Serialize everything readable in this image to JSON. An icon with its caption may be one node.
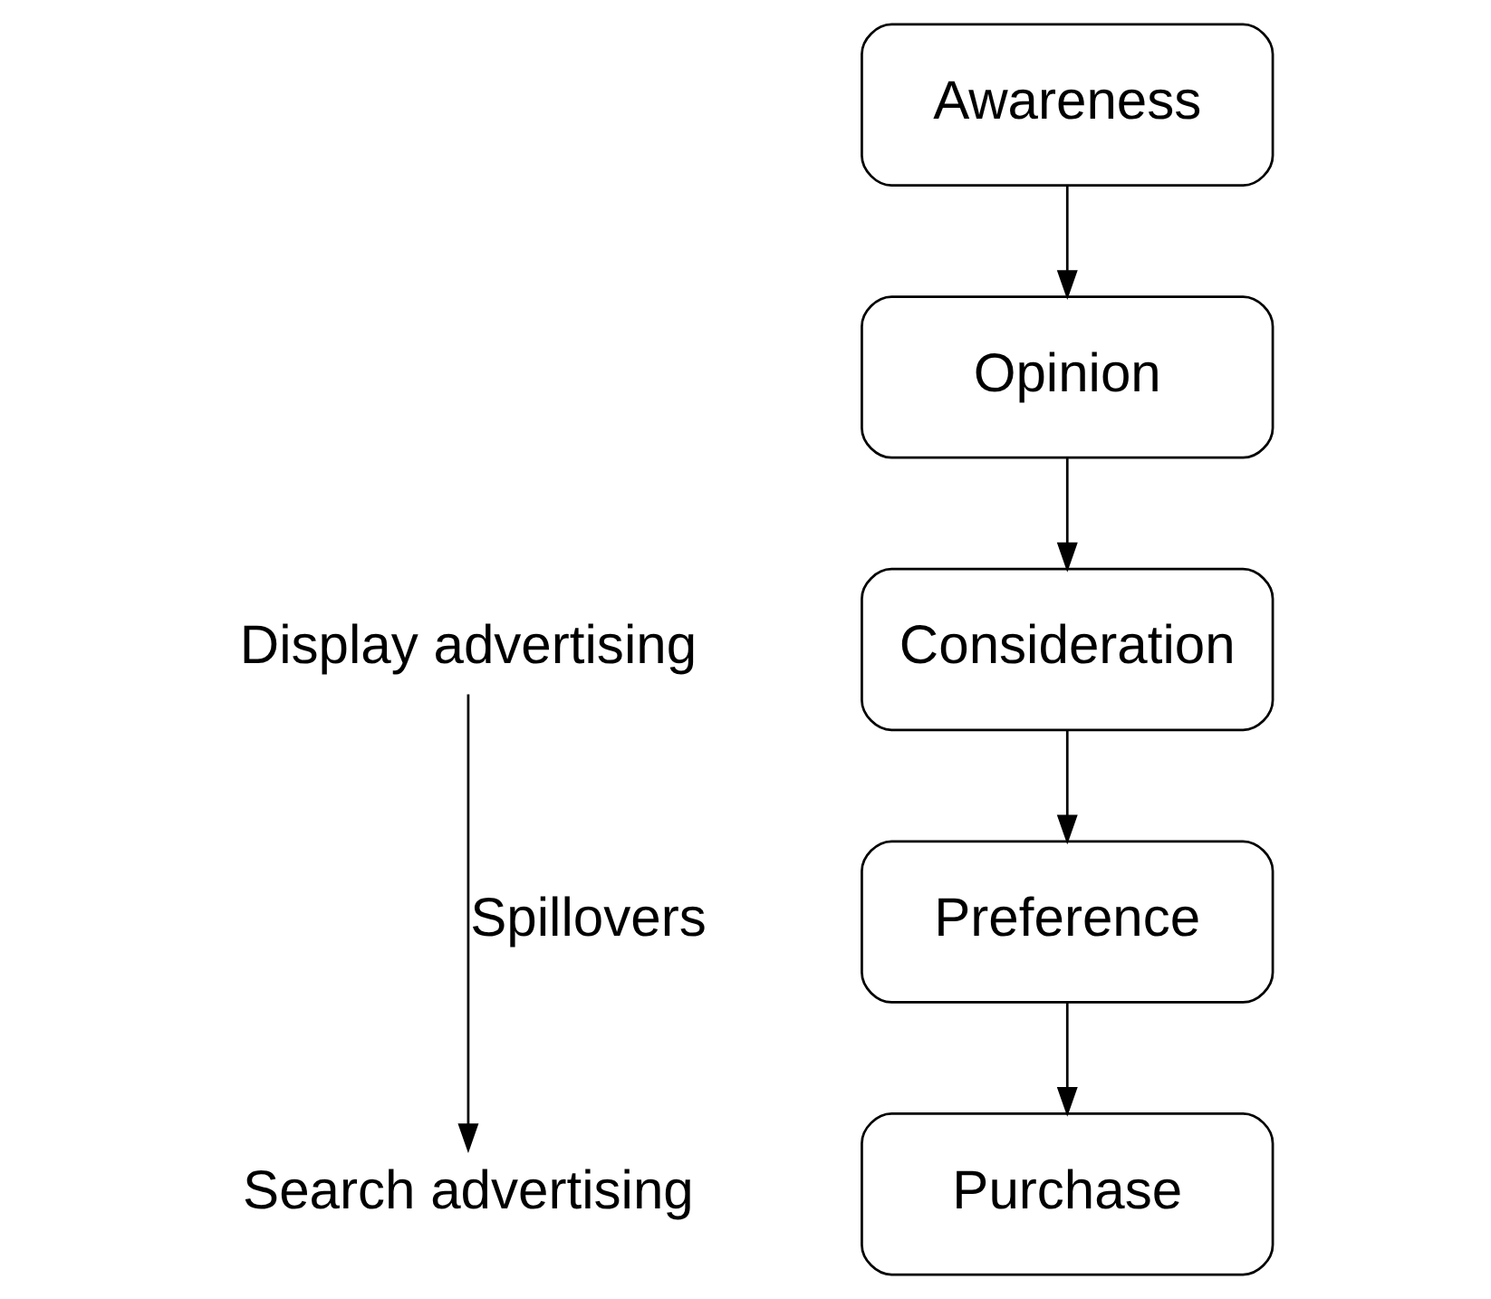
{
  "diagram": {
    "nodes": [
      {
        "text": [
          "Awareness"
        ]
      },
      {
        "text": [
          "Opinion"
        ]
      },
      {
        "text": [
          "Consideration"
        ]
      },
      {
        "text": [
          "Preference"
        ]
      },
      {
        "text": [
          "Purchase"
        ]
      },
      {
        "text": [
          "Display advertising"
        ]
      },
      {
        "text": [
          "Search advertising"
        ]
      }
    ],
    "edges": [
      {
        "from": 0,
        "to": 1,
        "arrow": "to"
      },
      {
        "from": 1,
        "to": 2,
        "arrow": "to"
      },
      {
        "from": 2,
        "to": 3,
        "arrow": "to"
      },
      {
        "from": 3,
        "to": 4,
        "arrow": "to"
      },
      {
        "from": 5,
        "to": 6,
        "arrow": "to",
        "label": "Spillovers"
      }
    ]
  }
}
